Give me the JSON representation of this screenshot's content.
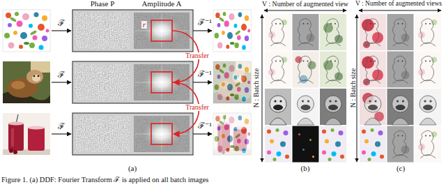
{
  "diagram": {
    "caption": "Figure 1. (a) DDF: Fourier Transform ℱ is applied on all batch images",
    "nodes": [
      {
        "text": [
          "(a)"
        ]
      },
      {
        "text": [
          "V : Number of augmented view",
          "N : Batch size",
          "(b)"
        ]
      },
      {
        "text": [
          "V : Number of augmented views",
          "N : Batch size",
          "(c)"
        ]
      }
    ],
    "labels": [
      "Phase P",
      "Amplitude A",
      "ℱ",
      "ℱ",
      "ℱ",
      "r",
      "ℱ⁻¹",
      "ℱ⁻¹",
      "ℱ⁻¹",
      "Transfer",
      "Transfer"
    ]
  }
}
